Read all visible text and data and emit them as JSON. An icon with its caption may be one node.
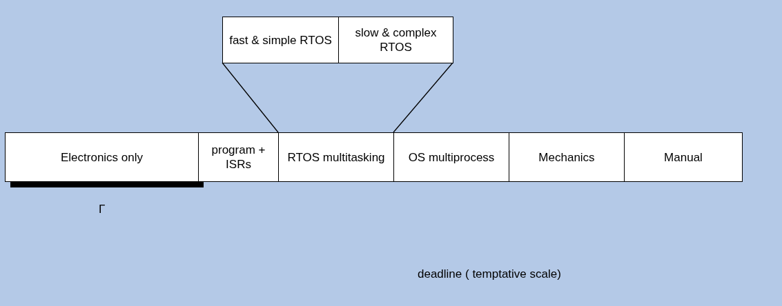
{
  "diagram": {
    "nodes": [
      {
        "text": [
          "fast & simple RTOS"
        ]
      },
      {
        "text": [
          "slow & complex RTOS"
        ]
      },
      {
        "text": [
          "Electronics only"
        ]
      },
      {
        "text": [
          "program + ISRs"
        ]
      },
      {
        "text": [
          "RTOS multitasking"
        ]
      },
      {
        "text": [
          "OS multiprocess"
        ]
      },
      {
        "text": [
          "Mechanics"
        ]
      },
      {
        "text": [
          "Manual"
        ]
      }
    ],
    "edges": [
      {
        "from": 0,
        "to": 4,
        "arrow": "none"
      },
      {
        "from": 1,
        "to": 4,
        "arrow": "none"
      }
    ],
    "labels": [
      "Γ",
      "deadline ( temptative scale)"
    ]
  }
}
